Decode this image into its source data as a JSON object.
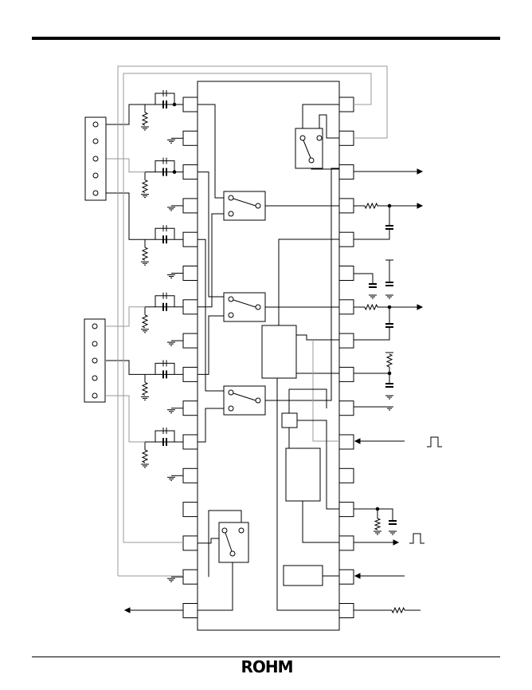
{
  "document": {
    "brand_logo": "ROHM"
  },
  "colors": {
    "ink": "#000000",
    "wire_light": "#9a9a9a",
    "background": "#ffffff"
  },
  "icons": {
    "pulse": "square-pulse-glyph",
    "resistor": "zigzag-resistor",
    "capacitor": "parallel-plate-capacitor",
    "ground": "ground-symbol",
    "switch": "spdt-switch-symbol"
  }
}
